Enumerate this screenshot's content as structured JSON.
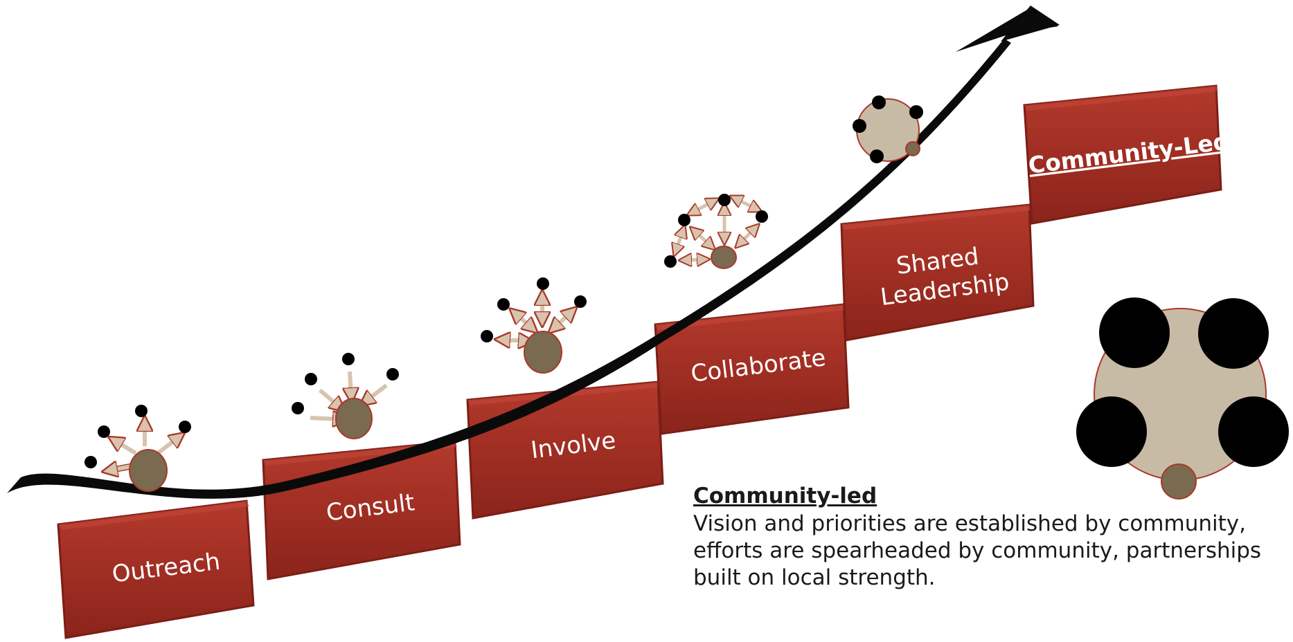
{
  "colors": {
    "step_fill": "#a93226",
    "step_edge": "#7b1e16",
    "arrow": "#0a0a0a",
    "hub_dark": "#7a6a4f",
    "hub_light": "#c8bba6",
    "hub_edge": "#a8392a",
    "node": "#000000",
    "small_arrow_fill": "#d8c4ae",
    "small_arrow_edge": "#a8392a"
  },
  "steps": [
    {
      "id": "outreach",
      "label": "Outreach"
    },
    {
      "id": "consult",
      "label": "Consult"
    },
    {
      "id": "involve",
      "label": "Involve"
    },
    {
      "id": "collaborate",
      "label": "Collaborate"
    },
    {
      "id": "shared",
      "label": "Shared Leadership"
    },
    {
      "id": "community",
      "label": "Community-Led"
    }
  ],
  "description": {
    "title": "Community-led",
    "body": "Vision and priorities are established by community, efforts are spearheaded by community, partnerships built on local strength."
  },
  "icons": [
    "outreach-icon",
    "consult-icon",
    "involve-icon",
    "collaborate-icon",
    "community-led-small-icon",
    "community-led-large-icon"
  ]
}
